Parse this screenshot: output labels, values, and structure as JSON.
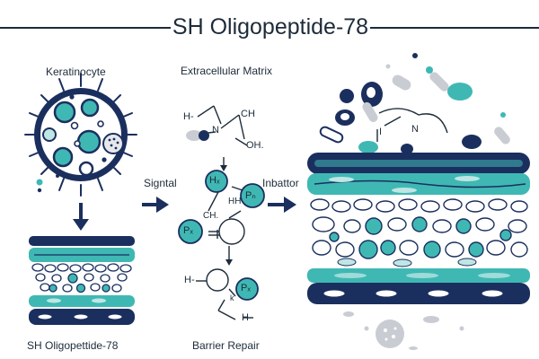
{
  "title": "SH Oligopeptide-78",
  "labels": {
    "keratinocyte": "Keratinocyte",
    "extracellular_matrix": "Extracellular Matrix",
    "signal": "Signtal",
    "inhibitor": "Inbattor",
    "bottom_left": "SH Oligopettide-78",
    "barrier_repair": "Barrier Repair"
  },
  "molecule_text": {
    "h_top": "H-",
    "n_top": "N",
    "ch_top": "CH",
    "oh_top": "OH.",
    "h_node": "Hₓ",
    "hh": "HH",
    "p_node_right": "Pₙ",
    "ch_mid": "CH.",
    "p_node_left": "Pₓ",
    "h_bottom": "H-",
    "p_node_bottom": "Pₓ",
    "k_mark": "k",
    "h_end": "H-",
    "i_mark": "I",
    "n_mark": "N"
  },
  "colors": {
    "navy": "#1b2f5e",
    "teal": "#3fb8b4",
    "light_teal": "#bfe6e4",
    "gray": "#c9cdd3",
    "ink": "#1d2b3a"
  }
}
